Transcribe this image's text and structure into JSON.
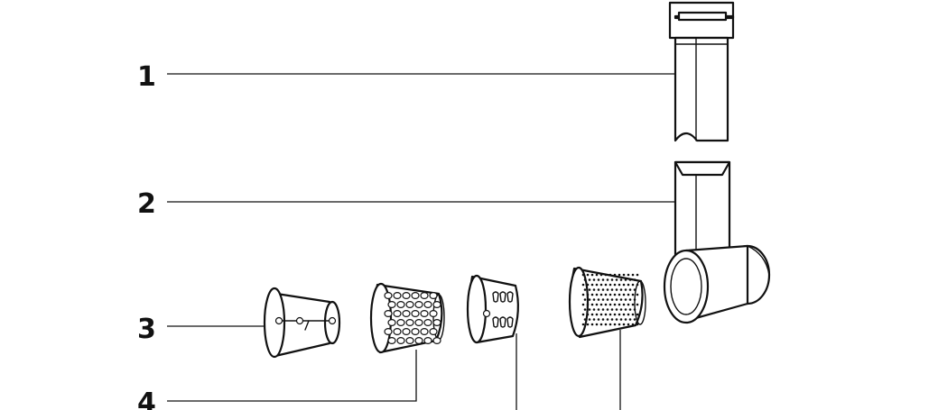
{
  "diagram": {
    "callouts": [
      {
        "number": "1"
      },
      {
        "number": "2"
      },
      {
        "number": "3"
      },
      {
        "number": "4"
      }
    ],
    "colors": {
      "ink": "#111111",
      "background": "#ffffff"
    }
  }
}
